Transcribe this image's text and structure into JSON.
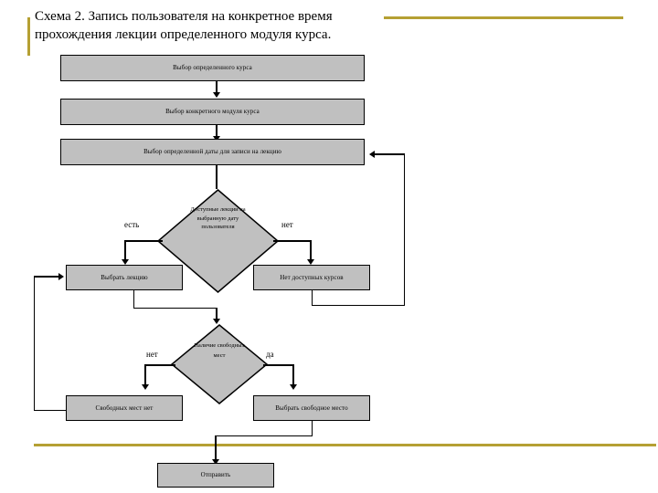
{
  "title": "Схема 2. Запись пользователя на конкретное время\nпрохождения лекции определенного модуля курса.",
  "colors": {
    "node_fill": "#c0c0c0",
    "node_border": "#000000",
    "connector": "#000000",
    "rule": "#b5a033",
    "background": "#ffffff"
  },
  "chart_data": {
    "type": "diagram",
    "diagram_kind": "flowchart",
    "title": "Схема 2. Запись пользователя на конкретное время прохождения лекции определенного модуля курса.",
    "nodes": [
      {
        "id": "n1",
        "shape": "process",
        "label": "Выбор определенного курса"
      },
      {
        "id": "n2",
        "shape": "process",
        "label": "Выбор конкретного модуля курса"
      },
      {
        "id": "n3",
        "shape": "process",
        "label": "Выбор определенной даты для записи на лекцию"
      },
      {
        "id": "d1",
        "shape": "decision",
        "label": "Доступные лекции на выбранную дату пользователя"
      },
      {
        "id": "n4",
        "shape": "process",
        "label": "Выбрать лекцию"
      },
      {
        "id": "n5",
        "shape": "process",
        "label": "Нет доступных курсов"
      },
      {
        "id": "d2",
        "shape": "decision",
        "label": "Наличие свободных мест"
      },
      {
        "id": "n6",
        "shape": "process",
        "label": "Свободных мест нет"
      },
      {
        "id": "n7",
        "shape": "process",
        "label": "Выбрать свободное место"
      },
      {
        "id": "n8",
        "shape": "process",
        "label": "Отправить"
      }
    ],
    "edges": [
      {
        "from": "n1",
        "to": "n2",
        "label": ""
      },
      {
        "from": "n2",
        "to": "n3",
        "label": ""
      },
      {
        "from": "n3",
        "to": "d1",
        "label": ""
      },
      {
        "from": "d1",
        "to": "n4",
        "label": "есть"
      },
      {
        "from": "d1",
        "to": "n5",
        "label": "нет"
      },
      {
        "from": "n5",
        "to": "n3",
        "label": ""
      },
      {
        "from": "n4",
        "to": "d2",
        "label": ""
      },
      {
        "from": "d2",
        "to": "n6",
        "label": "нет"
      },
      {
        "from": "d2",
        "to": "n7",
        "label": "да"
      },
      {
        "from": "n6",
        "to": "n4",
        "label": ""
      },
      {
        "from": "n7",
        "to": "n8",
        "label": ""
      }
    ]
  },
  "nodes": {
    "n1": "Выбор определенного курса",
    "n2": "Выбор конкретного модуля курса",
    "n3": "Выбор определенной даты для записи на лекцию",
    "d1": "Доступные лекции на выбранную дату пользователя",
    "n4": "Выбрать лекцию",
    "n5": "Нет доступных курсов",
    "d2": "Наличие свободных мест",
    "n6": "Свободных мест нет",
    "n7": "Выбрать свободное место",
    "n8": "Отправить"
  },
  "edge_labels": {
    "d1_yes": "есть",
    "d1_no": "нет",
    "d2_no": "нет",
    "d2_yes": "да"
  }
}
